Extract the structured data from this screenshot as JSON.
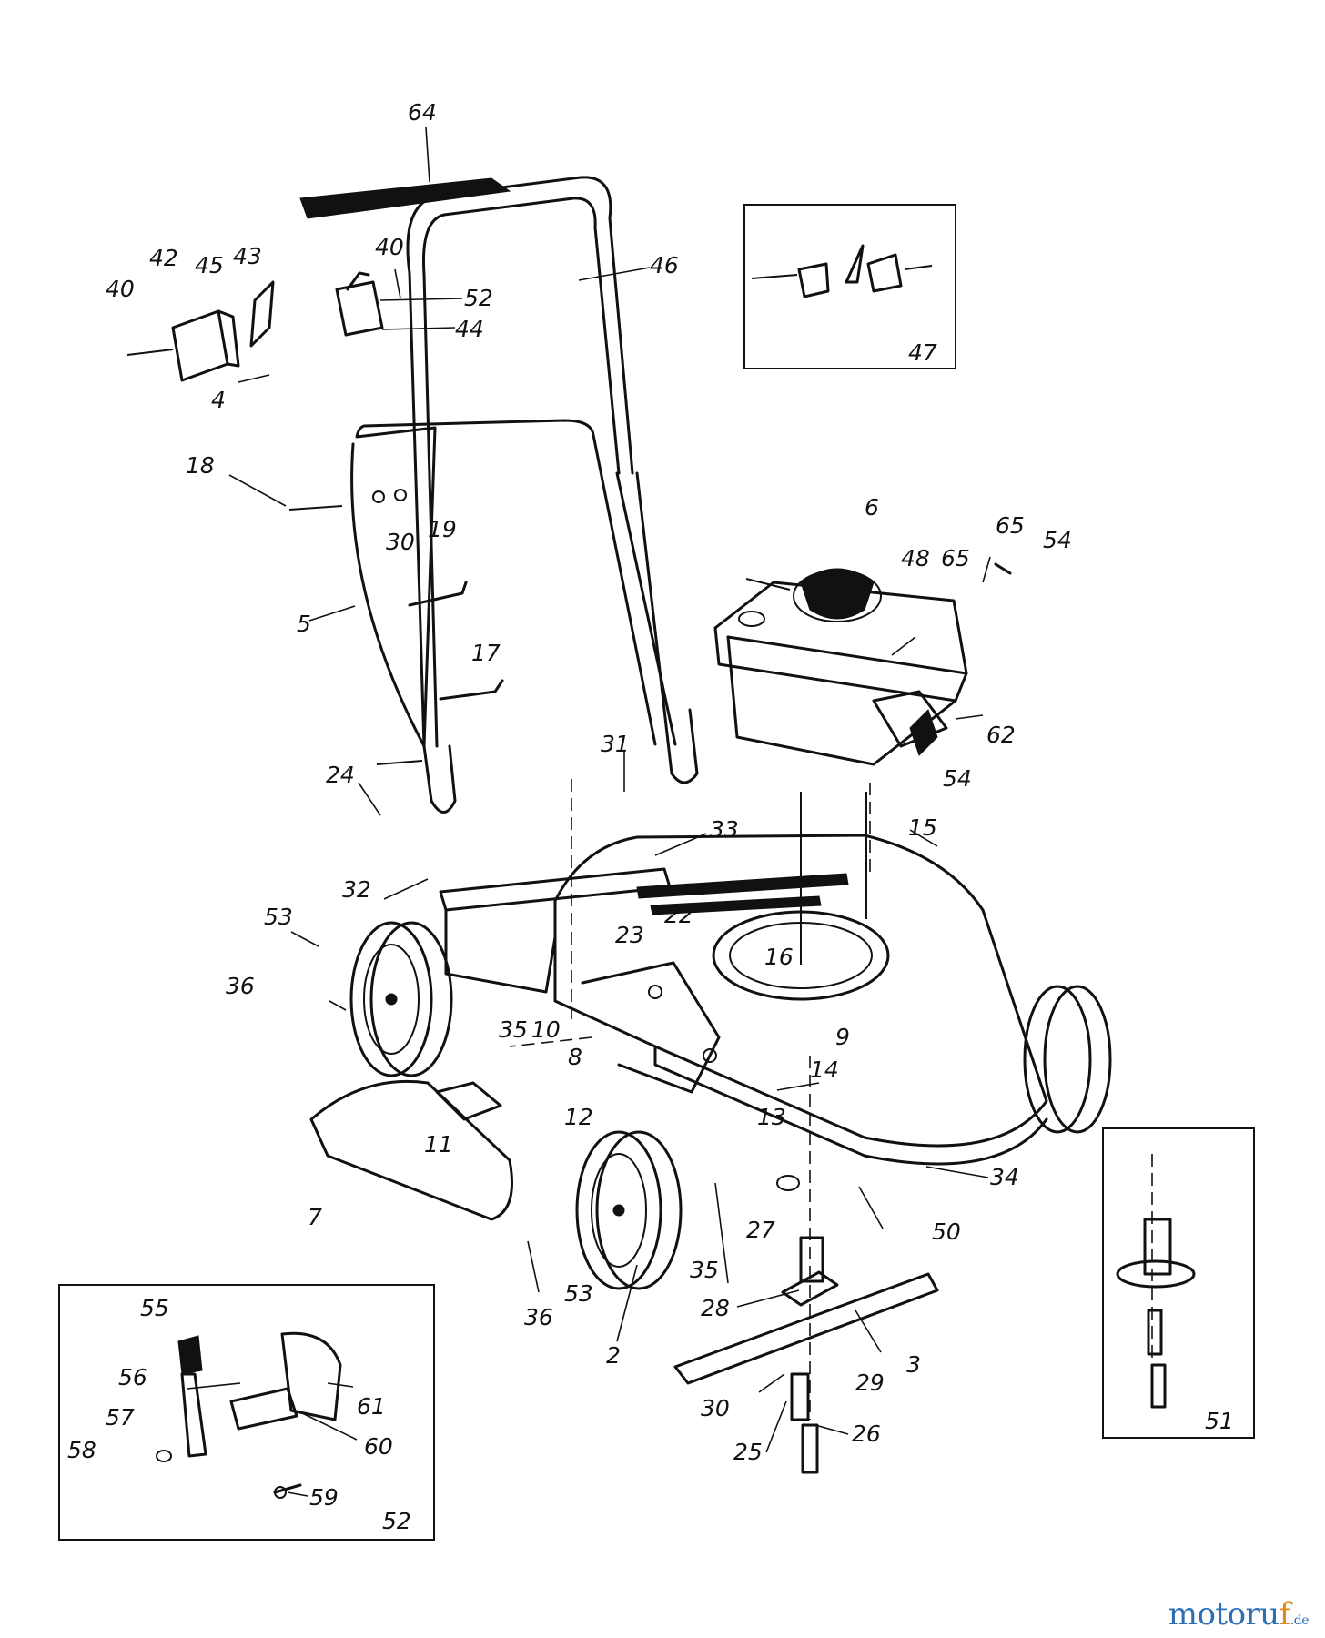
{
  "watermark": {
    "brand_main": "motoru",
    "brand_accent": "f",
    "brand_tld": ".de",
    "colors": {
      "main": "#2c6fb3",
      "accent": "#e08a1e"
    }
  },
  "labels": {
    "l64": "64",
    "l46": "46",
    "l40a": "40",
    "l52a": "52",
    "l44": "44",
    "l40b": "40",
    "l42": "42",
    "l45": "45",
    "l43": "43",
    "l4": "4",
    "l18": "18",
    "l30a": "30",
    "l19": "19",
    "l5": "5",
    "l17": "17",
    "l24": "24",
    "l31": "31",
    "l33": "33",
    "l32": "32",
    "l47": "47",
    "l6": "6",
    "l48": "48",
    "l65a": "65",
    "l65b": "65",
    "l54a": "54",
    "l62": "62",
    "l54b": "54",
    "l15": "15",
    "l16": "16",
    "l53a": "53",
    "l36a": "36",
    "l35a": "35",
    "l10": "10",
    "l23": "23",
    "l22": "22",
    "l9": "9",
    "l14": "14",
    "l8": "8",
    "l12": "12",
    "l13": "13",
    "l11": "11",
    "l7": "7",
    "l34": "34",
    "l50": "50",
    "l27": "27",
    "l35b": "35",
    "l36b": "36",
    "l53b": "53",
    "l2": "2",
    "l28": "28",
    "l3": "3",
    "l29": "29",
    "l30b": "30",
    "l25": "25",
    "l26": "26",
    "l51": "51",
    "l55": "55",
    "l56": "56",
    "l57": "57",
    "l58": "58",
    "l61": "61",
    "l60": "60",
    "l59": "59",
    "l52b": "52"
  }
}
